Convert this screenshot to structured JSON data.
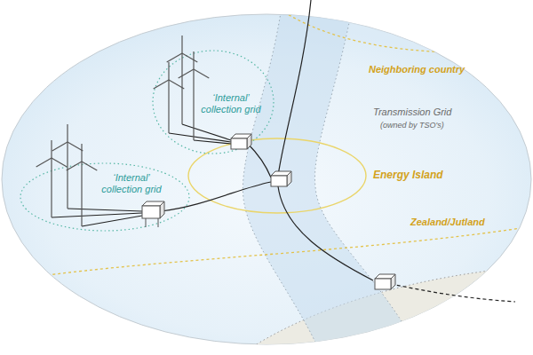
{
  "diagram": {
    "labels": [
      "Neighboring country",
      "‘Internal’ collection grid",
      "Transmission Grid",
      "(owned by TSO's)",
      "‘Internal’ collection grid",
      "Energy Island",
      "Zealand/Jutland"
    ]
  }
}
